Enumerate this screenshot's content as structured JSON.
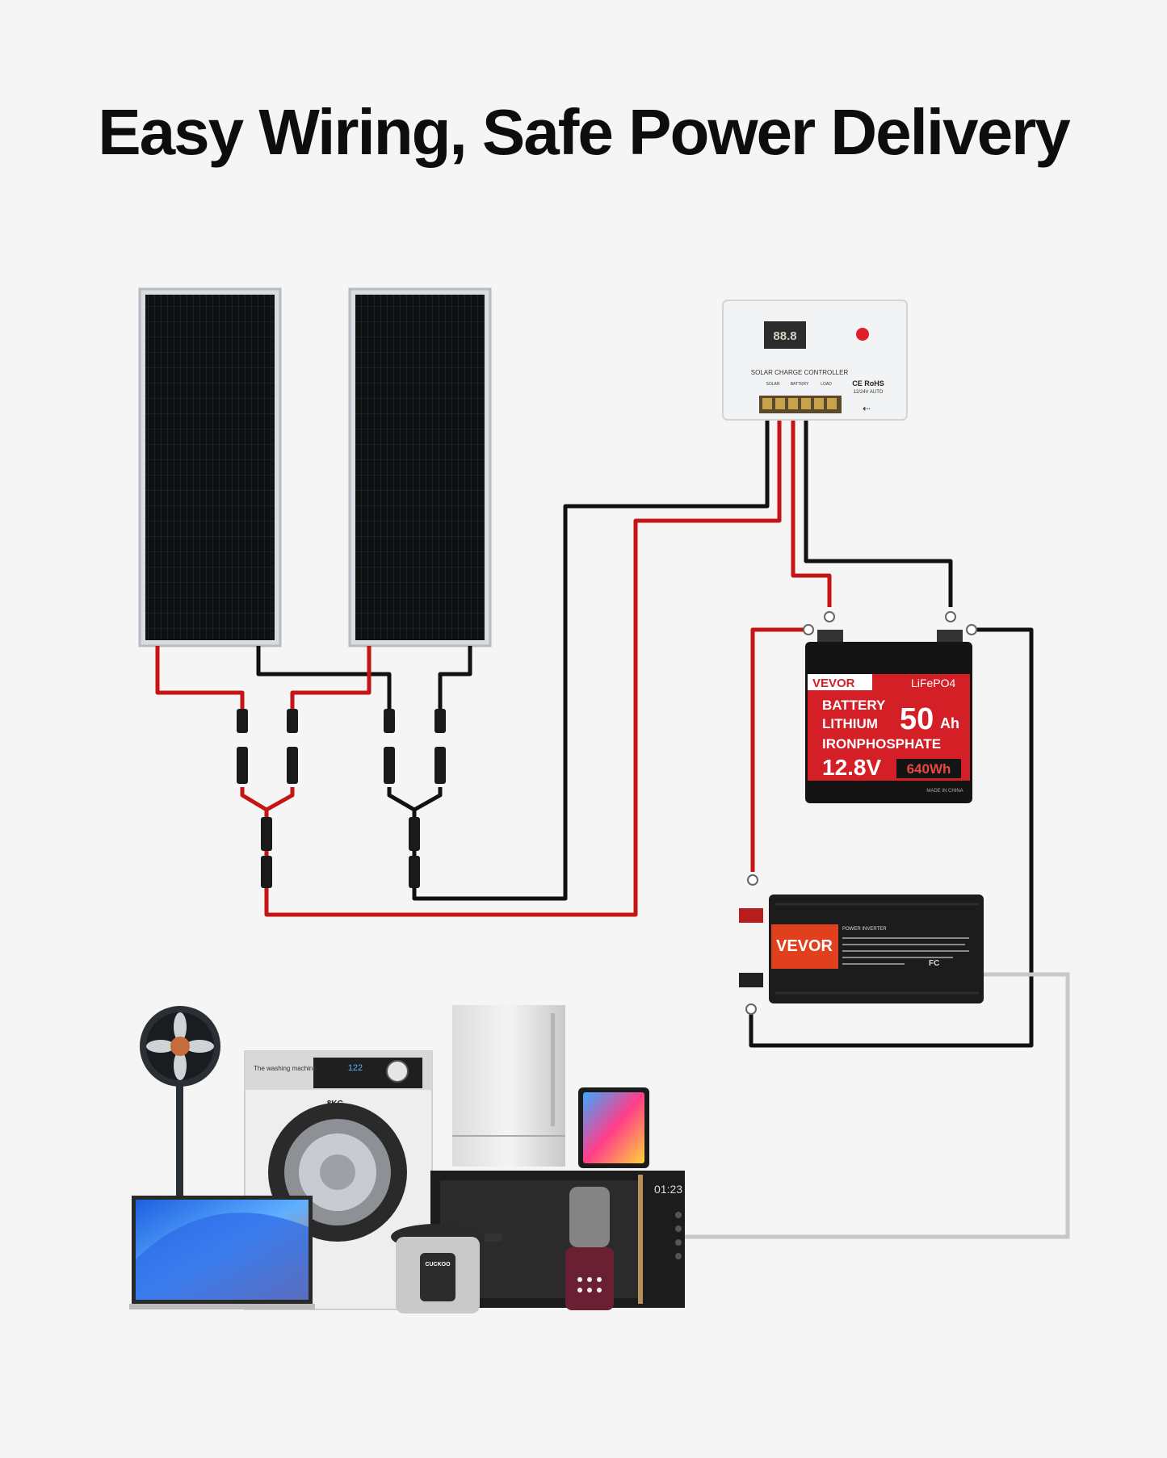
{
  "title": "Easy Wiring, Safe Power Delivery",
  "colors": {
    "background": "#f5f5f5",
    "wire_positive": "#c41414",
    "wire_negative": "#111111",
    "ac_cable": "#c8c8c8",
    "brand": "#e0401e"
  },
  "controller": {
    "label": "SOLAR CHARGE CONTROLLER",
    "display": "88.8",
    "terminals": [
      "SOLAR",
      "BATTERY",
      "LOAD"
    ],
    "cert": "CE RoHS",
    "voltage": "12/24V AUTO"
  },
  "battery": {
    "brand": "VEVOR",
    "chemistry": "LiFePO4",
    "line1": "BATTERY",
    "line2": "LITHIUM",
    "line3": "IRONPHOSPHATE",
    "capacity": "50",
    "capacity_unit": "Ah",
    "voltage": "12.8V",
    "energy": "640Wh",
    "made_in": "MADE IN CHINA"
  },
  "inverter": {
    "brand": "VEVOR",
    "heading": "POWER INVERTER",
    "fcc": "FC"
  },
  "appliances": {
    "washer_label": "The washing machine",
    "washer_capacity": "8KG",
    "washer_display": "122",
    "microwave_clock": "01:23",
    "cooker_brand": "CUCKOO"
  }
}
